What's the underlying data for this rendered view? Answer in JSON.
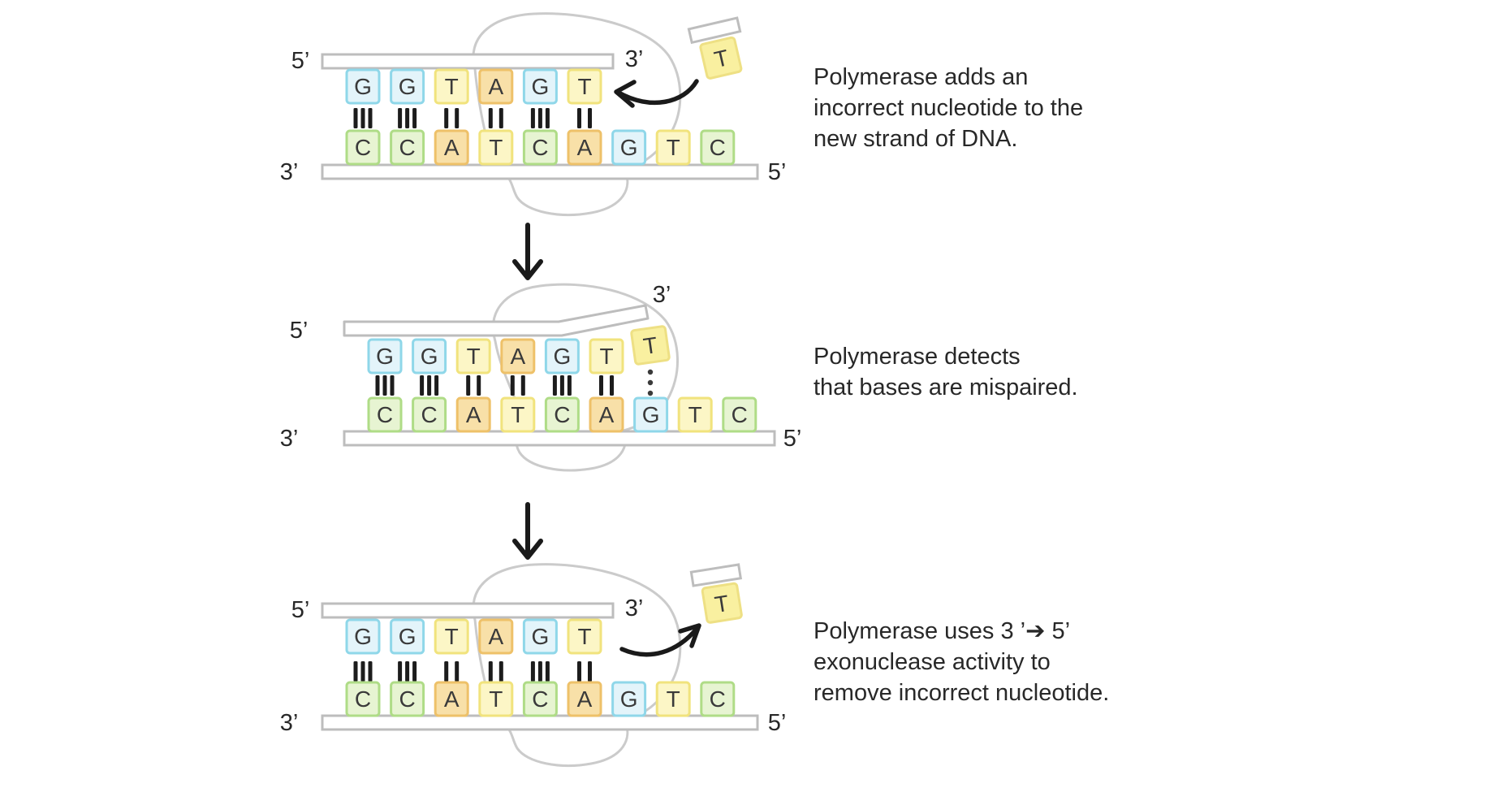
{
  "figure": {
    "steps": [
      {
        "caption": [
          "Polymerase adds an",
          "incorrect nucleotide to the",
          "new strand of DNA."
        ]
      },
      {
        "caption": [
          "Polymerase detects",
          "that bases are mispaired."
        ]
      },
      {
        "caption": [
          "Polymerase uses 3 ’➔ 5’",
          "exonuclease activity to",
          "remove incorrect nucleotide."
        ]
      }
    ],
    "new_strand": [
      "G",
      "G",
      "T",
      "A",
      "G",
      "T"
    ],
    "template_strand": [
      "C",
      "C",
      "A",
      "T",
      "C",
      "A",
      "G",
      "T",
      "C"
    ],
    "incorrect_nucleotide": "T",
    "bond_pattern": [
      3,
      3,
      2,
      2,
      3,
      2
    ],
    "labels": {
      "five_prime": "5’",
      "three_prime": "3’"
    },
    "colors": {
      "G": {
        "fill": "#e3f4fa",
        "stroke": "#8fd7e9"
      },
      "C": {
        "fill": "#e7f4d2",
        "stroke": "#afdc87"
      },
      "T": {
        "fill": "#fcf6c6",
        "stroke": "#f1e37d"
      },
      "A": {
        "fill": "#f8e0a8",
        "stroke": "#eec169"
      },
      "T_free": {
        "fill": "#f9f0a0",
        "stroke": "#eee084"
      },
      "backbone_stroke": "#bdbdbd",
      "enzyme_outline": "#cbcbcb",
      "letter": "#3a3a3a",
      "arrow": "#1a1a1a",
      "text": "#282828"
    }
  }
}
